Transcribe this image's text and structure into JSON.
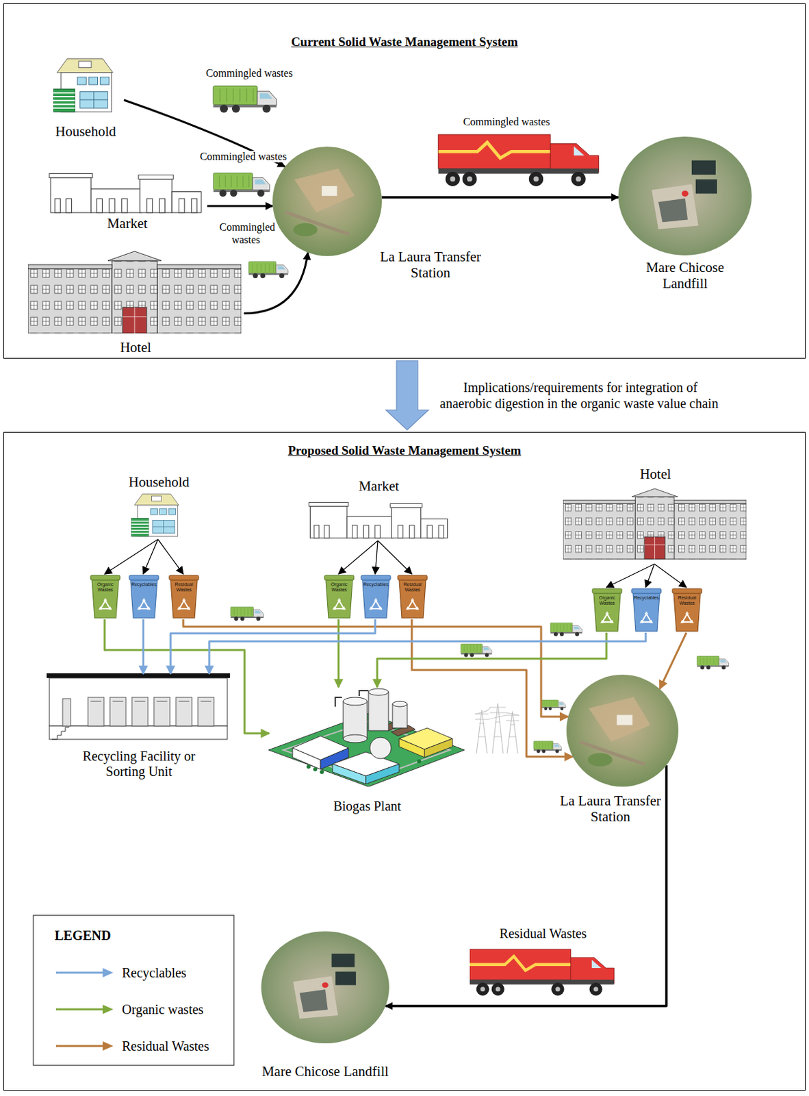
{
  "diagram": {
    "nodes": [
      {
        "text": [
          "Current Solid Waste Management System"
        ]
      },
      {
        "text": [
          "Household"
        ],
        "in": 0
      },
      {
        "text": [
          "Market"
        ],
        "in": 0
      },
      {
        "text": [
          "Hotel"
        ],
        "in": 0
      },
      {
        "text": [
          "La Laura Transfer Station"
        ],
        "in": 0
      },
      {
        "text": [
          "Mare Chicose Landfill"
        ],
        "in": 0
      },
      {
        "text": [
          "Proposed Solid Waste Management System"
        ]
      },
      {
        "text": [
          "Household"
        ],
        "in": 6
      },
      {
        "text": [
          "Market"
        ],
        "in": 6
      },
      {
        "text": [
          "Hotel"
        ],
        "in": 6
      },
      {
        "text": [
          "Organic Wastes"
        ],
        "in": 6
      },
      {
        "text": [
          "Recyclables"
        ],
        "in": 6
      },
      {
        "text": [
          "Residual Wastes"
        ],
        "in": 6
      },
      {
        "text": [
          "Organic Wastes"
        ],
        "in": 6
      },
      {
        "text": [
          "Recyclables"
        ],
        "in": 6
      },
      {
        "text": [
          "Residual Wastes"
        ],
        "in": 6
      },
      {
        "text": [
          "Organic Wastes"
        ],
        "in": 6
      },
      {
        "text": [
          "Recyclables"
        ],
        "in": 6
      },
      {
        "text": [
          "Residual Wastes"
        ],
        "in": 6
      },
      {
        "text": [
          "Recycling Facility or Sorting Unit"
        ],
        "in": 6
      },
      {
        "text": [
          "Biogas Plant"
        ],
        "in": 6
      },
      {
        "text": [
          "La Laura Transfer Station"
        ],
        "in": 6
      },
      {
        "text": [
          "Mare Chicose Landfill"
        ],
        "in": 6
      }
    ],
    "edges": [
      {
        "from": 1,
        "to": 4,
        "arrow": "to",
        "label": "Commingled wastes"
      },
      {
        "from": 2,
        "to": 4,
        "arrow": "to",
        "label": "Commingled wastes"
      },
      {
        "from": 3,
        "to": 4,
        "arrow": "to",
        "label": "Commingled wastes"
      },
      {
        "from": 4,
        "to": 5,
        "arrow": "to",
        "label": "Commingled wastes"
      },
      {
        "from": 0,
        "to": 6,
        "arrow": "to",
        "label": "Implications/requirements for integration of anaerobic digestion in the organic waste value chain"
      },
      {
        "from": 7,
        "to": 10,
        "arrow": "to"
      },
      {
        "from": 7,
        "to": 11,
        "arrow": "to"
      },
      {
        "from": 7,
        "to": 12,
        "arrow": "to"
      },
      {
        "from": 8,
        "to": 13,
        "arrow": "to"
      },
      {
        "from": 8,
        "to": 14,
        "arrow": "to"
      },
      {
        "from": 8,
        "to": 15,
        "arrow": "to"
      },
      {
        "from": 9,
        "to": 16,
        "arrow": "to"
      },
      {
        "from": 9,
        "to": 17,
        "arrow": "to"
      },
      {
        "from": 9,
        "to": 18,
        "arrow": "to"
      },
      {
        "from": 10,
        "to": 20,
        "arrow": "to"
      },
      {
        "from": 11,
        "to": 19,
        "arrow": "to"
      },
      {
        "from": 12,
        "to": 21,
        "arrow": "to"
      },
      {
        "from": 13,
        "to": 20,
        "arrow": "to"
      },
      {
        "from": 14,
        "to": 19,
        "arrow": "to"
      },
      {
        "from": 15,
        "to": 21,
        "arrow": "to"
      },
      {
        "from": 16,
        "to": 20,
        "arrow": "to"
      },
      {
        "from": 17,
        "to": 19,
        "arrow": "to"
      },
      {
        "from": 18,
        "to": 21,
        "arrow": "to"
      },
      {
        "from": 21,
        "to": 22,
        "arrow": "to",
        "label": "Residual Wastes"
      }
    ],
    "labels": [
      "LEGEND"
    ],
    "legend": [
      {
        "text": "Recyclables"
      },
      {
        "text": "Organic wastes"
      },
      {
        "text": "Residual Wastes"
      }
    ]
  }
}
